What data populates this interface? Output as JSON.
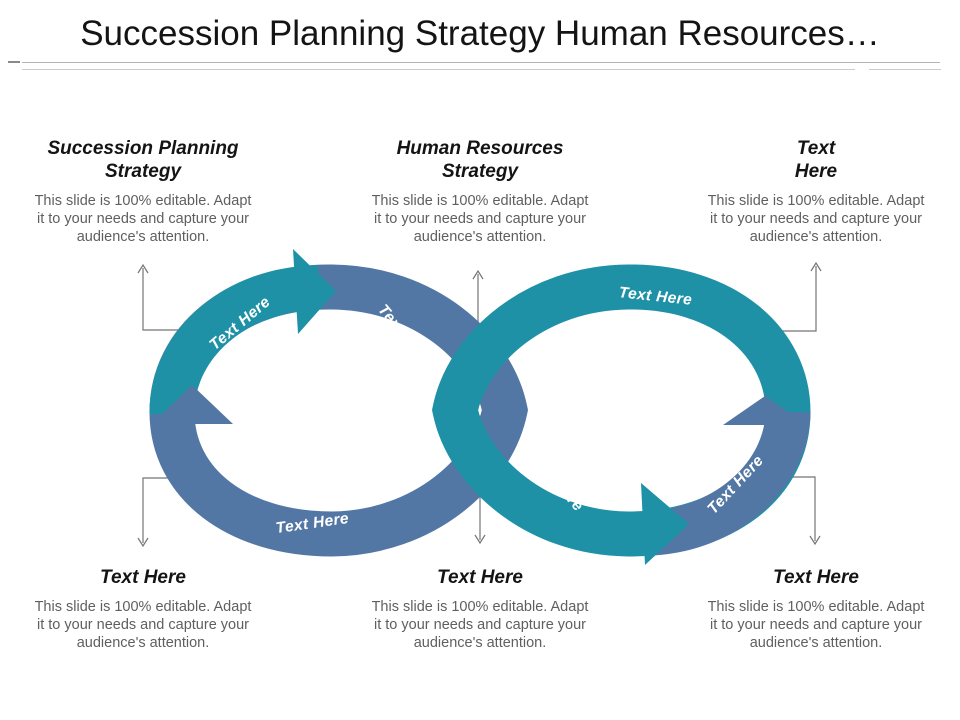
{
  "title": "Succession Planning Strategy Human Resources…",
  "colors": {
    "teal": "#1E91A7",
    "blue": "#5377A4",
    "label_text": "#FFFFFF",
    "heading": "#141414",
    "body": "#5F5F5F",
    "connector": "#757575",
    "divider": "#B4B4B4"
  },
  "blocks": {
    "top": [
      {
        "line1": "Succession Planning",
        "line2": "Strategy",
        "body_lines": [
          "This slide is 100% editable.  Adapt",
          "it to your needs and capture your",
          "audience's attention."
        ]
      },
      {
        "line1": "Human Resources",
        "line2": "Strategy",
        "body_lines": [
          "This slide is 100% editable.  Adapt",
          "it to your needs and capture your",
          "audience's attention."
        ]
      },
      {
        "line1": "Text",
        "line2": "Here",
        "body_lines": [
          "This slide is 100% editable.  Adapt",
          "it to your needs and capture your",
          "audience's attention."
        ]
      }
    ],
    "bottom": [
      {
        "line1": "Text Here",
        "body_lines": [
          "This slide is 100% editable.  Adapt",
          "it to your needs and capture your",
          "audience's attention."
        ]
      },
      {
        "line1": "Text Here",
        "body_lines": [
          "This slide is 100% editable.  Adapt",
          "it to your needs and capture your",
          "audience's attention."
        ]
      },
      {
        "line1": "Text Here",
        "body_lines": [
          "This slide is 100% editable.  Adapt",
          "it to your needs and capture your",
          "audience's attention."
        ]
      }
    ]
  },
  "diagram": {
    "type": "infinity-loop",
    "segment_labels": {
      "left_top": "Text Here",
      "left_cross": "Text Here",
      "left_bottom": "Text Here",
      "right_top": "Text Here",
      "right_cross": "Text Here",
      "right_bottom": "Text Here"
    }
  }
}
